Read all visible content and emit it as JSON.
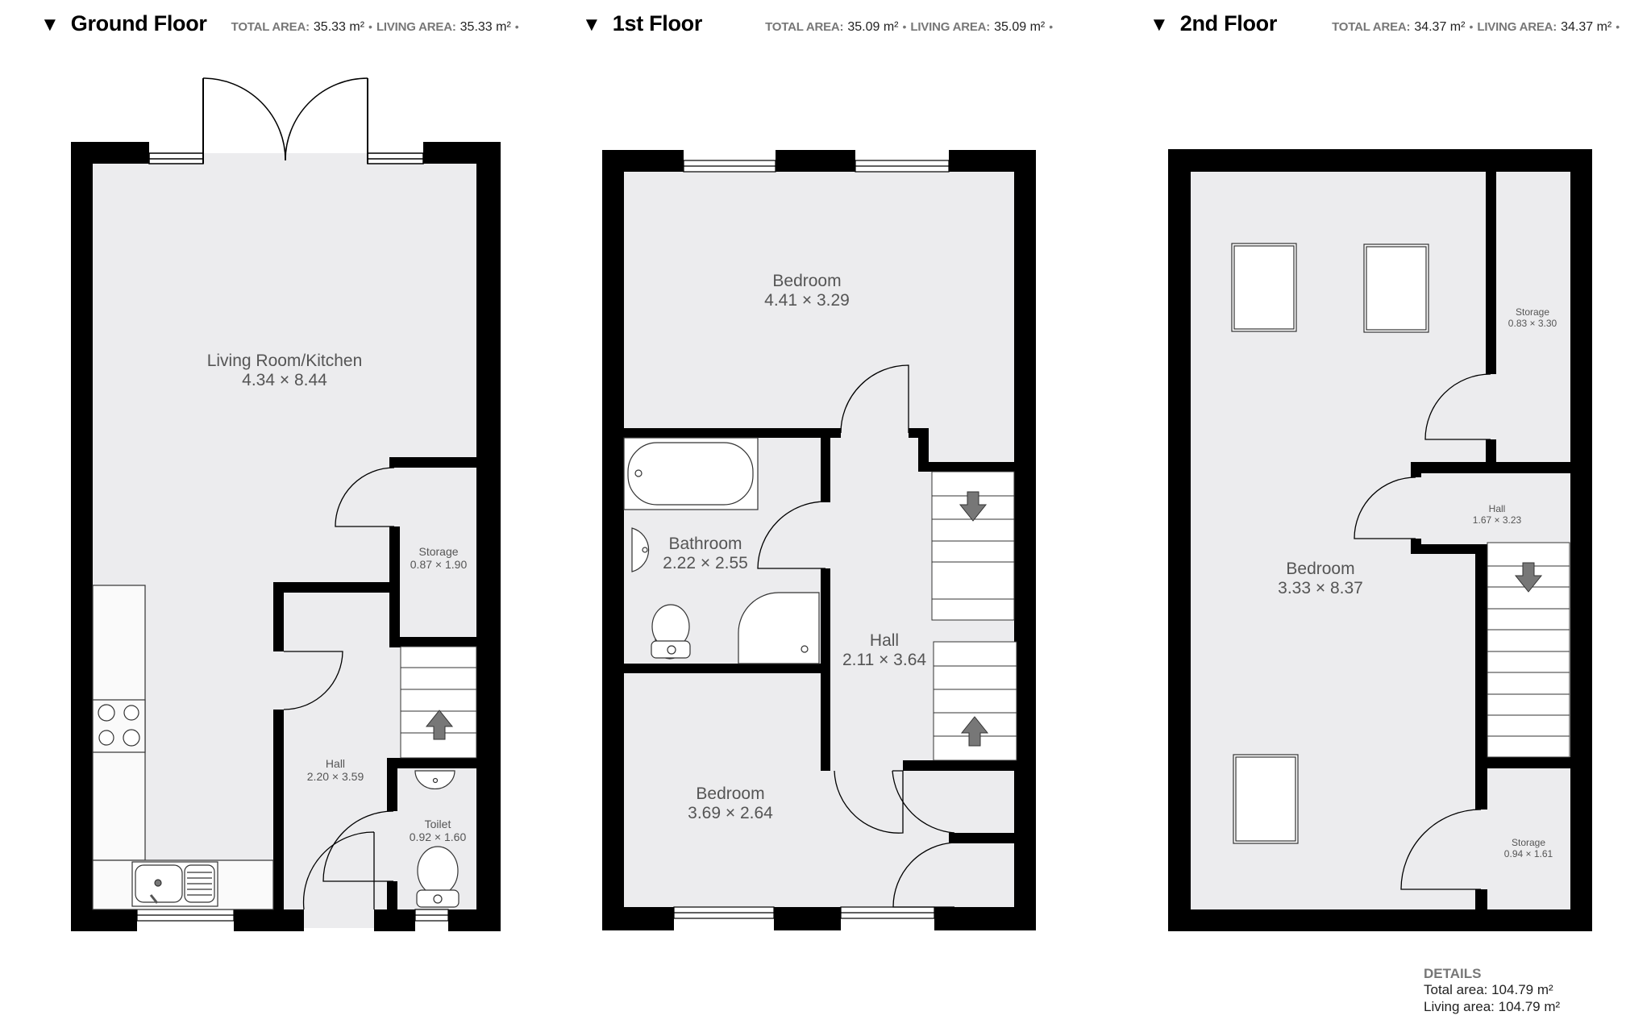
{
  "floors": [
    {
      "title": "Ground Floor",
      "toggle_icon": "▼",
      "total_area_label": "TOTAL AREA:",
      "total_area": "35.33 m²",
      "living_area_label": "LIVING AREA:",
      "living_area": "35.33 m²",
      "rooms": [
        {
          "name": "Living Room/Kitchen",
          "size": "4.34 × 8.44"
        },
        {
          "name": "Storage",
          "size": "0.87 × 1.90"
        },
        {
          "name": "Hall",
          "size": "2.20 × 3.59"
        },
        {
          "name": "Toilet",
          "size": "0.92 × 1.60"
        }
      ]
    },
    {
      "title": "1st Floor",
      "toggle_icon": "▼",
      "total_area_label": "TOTAL AREA:",
      "total_area": "35.09 m²",
      "living_area_label": "LIVING AREA:",
      "living_area": "35.09 m²",
      "rooms": [
        {
          "name": "Bedroom",
          "size": "4.41 × 3.29"
        },
        {
          "name": "Bathroom",
          "size": "2.22 × 2.55"
        },
        {
          "name": "Hall",
          "size": "2.11 × 3.64"
        },
        {
          "name": "Bedroom",
          "size": "3.69 × 2.64"
        }
      ]
    },
    {
      "title": "2nd Floor",
      "toggle_icon": "▼",
      "total_area_label": "TOTAL AREA:",
      "total_area": "34.37 m²",
      "living_area_label": "LIVING AREA:",
      "living_area": "34.37 m²",
      "rooms": [
        {
          "name": "Storage",
          "size": "0.83 × 3.30"
        },
        {
          "name": "Hall",
          "size": "1.67 × 3.23"
        },
        {
          "name": "Bedroom",
          "size": "3.33 × 8.37"
        },
        {
          "name": "Storage",
          "size": "0.94 × 1.61"
        }
      ]
    }
  ],
  "separator": "•",
  "details": {
    "title": "DETAILS",
    "total_area": "Total area: 104.79 m²",
    "living_area": "Living area: 104.79 m²"
  },
  "colors": {
    "wall": "#000000",
    "floor_fill": "#ececee",
    "fixture_fill": "#ffffff",
    "stair_arrow": "#777777",
    "label_text": "#555555"
  }
}
